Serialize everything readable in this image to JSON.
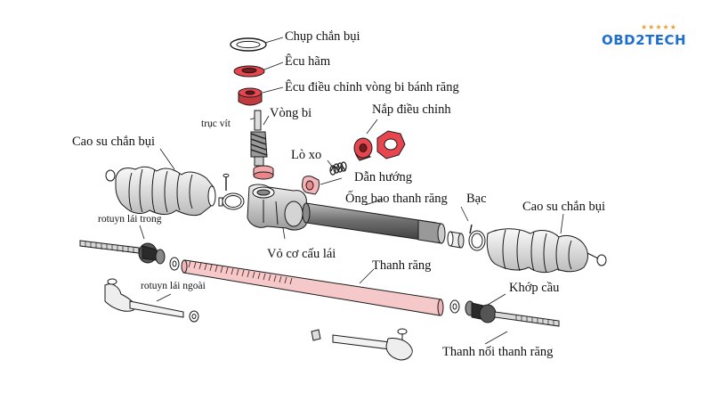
{
  "logo": {
    "text": "OBD2TECH",
    "stars": "★★★★★"
  },
  "labels": {
    "dust_cap": "Chụp chắn bụi",
    "lock_nut": "Êcu hãm",
    "adjust_nut": "Êcu điều chỉnh vòng bi bánh răng",
    "worm_gear": "trục vít",
    "bearing": "Vòng bi",
    "adjust_cover": "Nắp điều chỉnh",
    "spring": "Lò xo",
    "guide": "Dẫn hướng",
    "boot_left": "Cao su chắn bụi",
    "inner_tie_rod_left": "rotuyn lái trong",
    "rack_tube": "Ống bao thanh răng",
    "bushing": "Bạc",
    "boot_right": "Cao su chắn bụi",
    "housing": "Vỏ cơ cấu lái",
    "rack": "Thanh răng",
    "outer_tie_rod": "rotuyn lái ngoài",
    "ball_joint": "Khớp cầu",
    "tie_rod": "Thanh nối thanh răng"
  },
  "colors": {
    "highlight": "#e8464e",
    "highlight_light": "#f4b6b8",
    "rack_fill": "#f5c9c9",
    "ink": "#1a1a1a",
    "logo_blue": "#1e6fd0"
  }
}
